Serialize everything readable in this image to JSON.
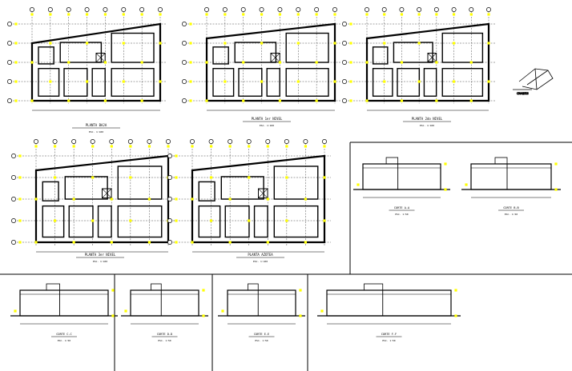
{
  "drawing": {
    "background": "#ffffff",
    "line_color": "#000000",
    "marker_color": "#ffff00",
    "column_marker_symbol": "yellow-square",
    "structure_type": "architectural-plans-and-sections",
    "plans": [
      {
        "id": "plan-1",
        "title": "PLANTA BAJA",
        "caption": "ESC. 1:100",
        "grid_columns": 8,
        "grid_rows": 5
      },
      {
        "id": "plan-2",
        "title": "PLANTA 1er NIVEL",
        "caption": "ESC. 1:100",
        "grid_columns": 8,
        "grid_rows": 5
      },
      {
        "id": "plan-3",
        "title": "PLANTA 2do NIVEL",
        "caption": "ESC. 1:100",
        "grid_columns": 8,
        "grid_rows": 5
      },
      {
        "id": "plan-4",
        "title": "PLANTA 3er NIVEL",
        "caption": "ESC. 1:100",
        "grid_columns": 8,
        "grid_rows": 5
      },
      {
        "id": "plan-5",
        "title": "PLANTA AZOTEA",
        "caption": "ESC. 1:100",
        "grid_columns": 8,
        "grid_rows": 5
      }
    ],
    "sections": [
      {
        "id": "section-a",
        "title": "CORTE A-A",
        "caption": "ESC. 1:50"
      },
      {
        "id": "section-b",
        "title": "CORTE B-B",
        "caption": "ESC. 1:50"
      },
      {
        "id": "section-c",
        "title": "CORTE C-C",
        "caption": "ESC. 1:50"
      },
      {
        "id": "section-d",
        "title": "CORTE D-D",
        "caption": "ESC. 1:50"
      },
      {
        "id": "section-e",
        "title": "CORTE E-E",
        "caption": "ESC. 1:50"
      },
      {
        "id": "section-f",
        "title": "CORTE F-F",
        "caption": "ESC. 1:50"
      }
    ],
    "location_sketch_label": "CROQUIS"
  }
}
